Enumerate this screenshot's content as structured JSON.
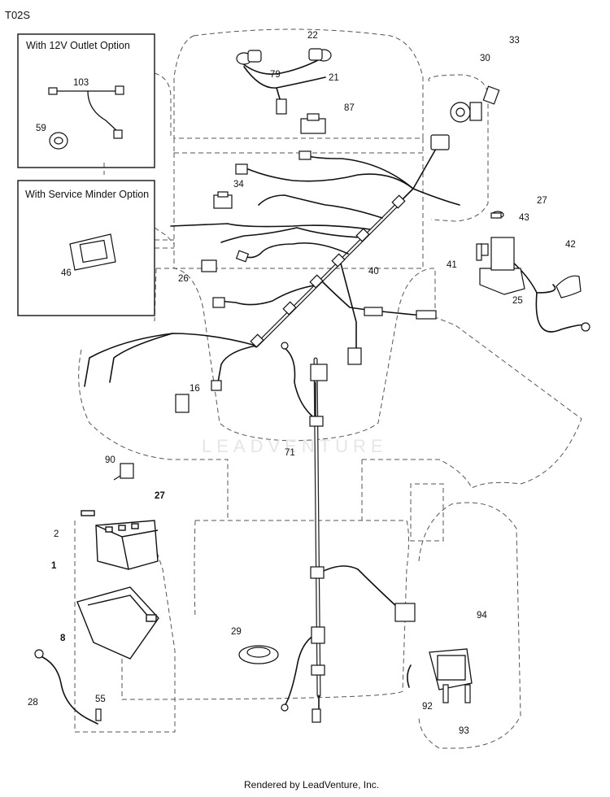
{
  "diagram_code": "T02S",
  "insets": {
    "outlet": {
      "title": "With 12V Outlet Option"
    },
    "service_minder": {
      "title": "With Service Minder Option"
    }
  },
  "watermark": "LEADVENTURE",
  "footer": "Rendered by LeadVenture, Inc.",
  "callouts": [
    {
      "id": "c22",
      "label": "22",
      "bold": false
    },
    {
      "id": "c33",
      "label": "33",
      "bold": false
    },
    {
      "id": "c30",
      "label": "30",
      "bold": false
    },
    {
      "id": "c79",
      "label": "79",
      "bold": false
    },
    {
      "id": "c21",
      "label": "21",
      "bold": false
    },
    {
      "id": "c87",
      "label": "87",
      "bold": false
    },
    {
      "id": "c103",
      "label": "103",
      "bold": false
    },
    {
      "id": "c59",
      "label": "59",
      "bold": false
    },
    {
      "id": "c34",
      "label": "34",
      "bold": false
    },
    {
      "id": "c27a",
      "label": "27",
      "bold": false
    },
    {
      "id": "c43",
      "label": "43",
      "bold": false
    },
    {
      "id": "c42",
      "label": "42",
      "bold": false
    },
    {
      "id": "c41",
      "label": "41",
      "bold": false
    },
    {
      "id": "c40",
      "label": "40",
      "bold": false
    },
    {
      "id": "c46",
      "label": "46",
      "bold": false
    },
    {
      "id": "c26",
      "label": "26",
      "bold": false
    },
    {
      "id": "c25",
      "label": "25",
      "bold": false
    },
    {
      "id": "c16",
      "label": "16",
      "bold": false
    },
    {
      "id": "c71",
      "label": "71",
      "bold": false
    },
    {
      "id": "c90",
      "label": "90",
      "bold": false
    },
    {
      "id": "c27b",
      "label": "27",
      "bold": true
    },
    {
      "id": "c2",
      "label": "2",
      "bold": false
    },
    {
      "id": "c1",
      "label": "1",
      "bold": true
    },
    {
      "id": "c94",
      "label": "94",
      "bold": false
    },
    {
      "id": "c8",
      "label": "8",
      "bold": true
    },
    {
      "id": "c29",
      "label": "29",
      "bold": false
    },
    {
      "id": "c28",
      "label": "28",
      "bold": false
    },
    {
      "id": "c55",
      "label": "55",
      "bold": false
    },
    {
      "id": "c92",
      "label": "92",
      "bold": false
    },
    {
      "id": "c93",
      "label": "93",
      "bold": false
    }
  ]
}
